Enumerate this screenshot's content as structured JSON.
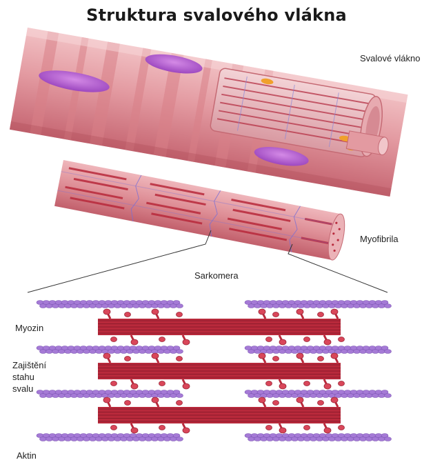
{
  "title": "Struktura svalového vlákna",
  "labels": {
    "muscle_fiber": "Svalové vlákno",
    "myofibril": "Myofibrila",
    "sarcomere": "Sarkomera",
    "myosin": "Myozin",
    "contraction": "Zajištění stahu svalu",
    "actin": "Aktin"
  },
  "colors": {
    "fiber_light": "#e9a3a8",
    "fiber_stripe": "#d57d85",
    "fiber_dark": "#b9485a",
    "myosin_red": "#b8293b",
    "myosin_head": "#d9475a",
    "actin_purple": "#a57ad6",
    "nucleus_purple": "#b35fd0",
    "mitochondria_orange": "#f0a02b",
    "line_blue": "#7b6fd4"
  },
  "icons": [
    "muscle-fiber-illustration",
    "myofibril-illustration",
    "sarcomere-illustration"
  ]
}
